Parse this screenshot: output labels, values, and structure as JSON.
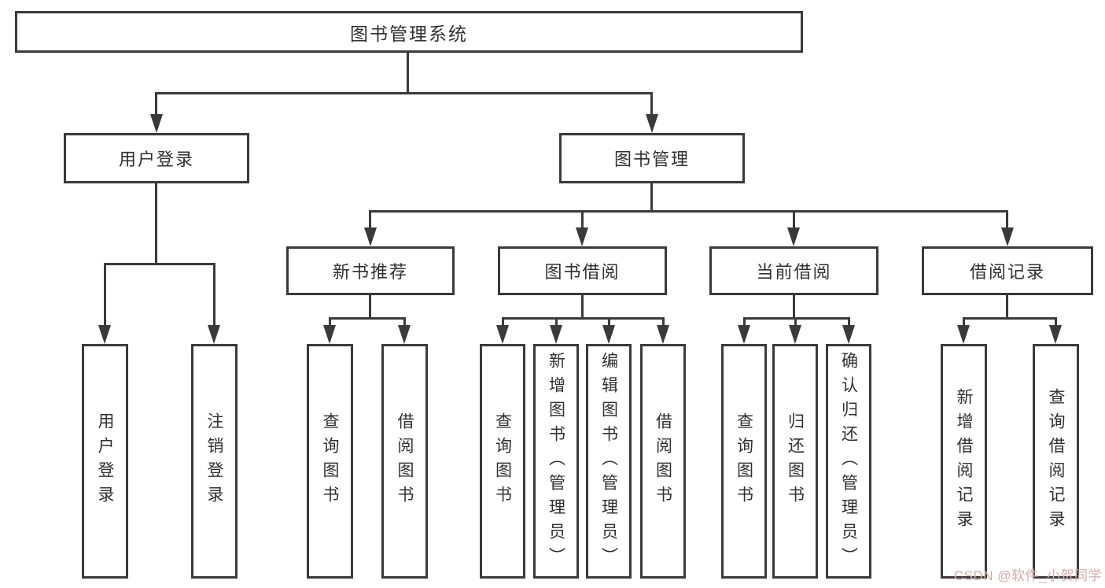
{
  "colors": {
    "line": "#3a3a3a",
    "text": "#303030",
    "watermark": "#d2abab",
    "background": "#ffffff"
  },
  "watermark": "CSDN @软件_小贺同学",
  "tree": {
    "root": "图书管理系统",
    "branches": [
      {
        "label": "用户登录",
        "children": [
          {
            "label": "用户登录"
          },
          {
            "label": "注销登录"
          }
        ]
      },
      {
        "label": "图书管理",
        "groups": [
          {
            "label": "新书推荐",
            "children": [
              {
                "label": "查询图书"
              },
              {
                "label": "借阅图书"
              }
            ]
          },
          {
            "label": "图书借阅",
            "children": [
              {
                "label": "查询图书"
              },
              {
                "label": "新增图书（管理员）"
              },
              {
                "label": "编辑图书（管理员）"
              },
              {
                "label": "借阅图书"
              }
            ]
          },
          {
            "label": "当前借阅",
            "children": [
              {
                "label": "查询图书"
              },
              {
                "label": "归还图书"
              },
              {
                "label": "确认归还（管理员）"
              }
            ]
          },
          {
            "label": "借阅记录",
            "children": [
              {
                "label": "新增借阅记录"
              },
              {
                "label": "查询借阅记录"
              }
            ]
          }
        ]
      }
    ]
  }
}
